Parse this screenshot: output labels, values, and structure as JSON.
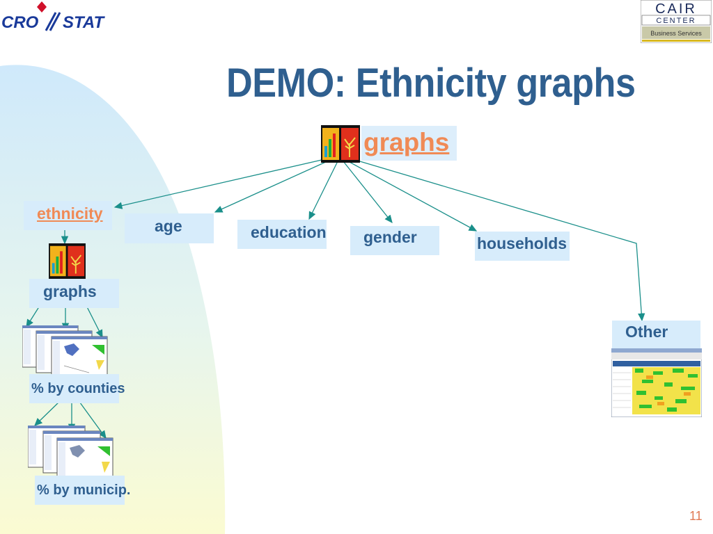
{
  "logos": {
    "crostat_left": "CRO",
    "crostat_right": "STAT",
    "cair_top": "CAIR",
    "cair_mid": "CENTER",
    "cair_bottom": "Business Services"
  },
  "title": "DEMO: Ethnicity graphs",
  "nodes": {
    "root": "graphs",
    "ethnicity": "ethnicity",
    "age": "age",
    "education": "education",
    "gender": "gender",
    "households": "households",
    "other": "Other",
    "eth_graphs": "graphs",
    "by_counties": "% by counties",
    "by_municip": "% by municip."
  },
  "page_number": "11",
  "colors": {
    "title": "#2f5f8f",
    "link": "#f08a55",
    "box_bg": "#d7ecfb",
    "arrow": "#1a8f8a"
  }
}
